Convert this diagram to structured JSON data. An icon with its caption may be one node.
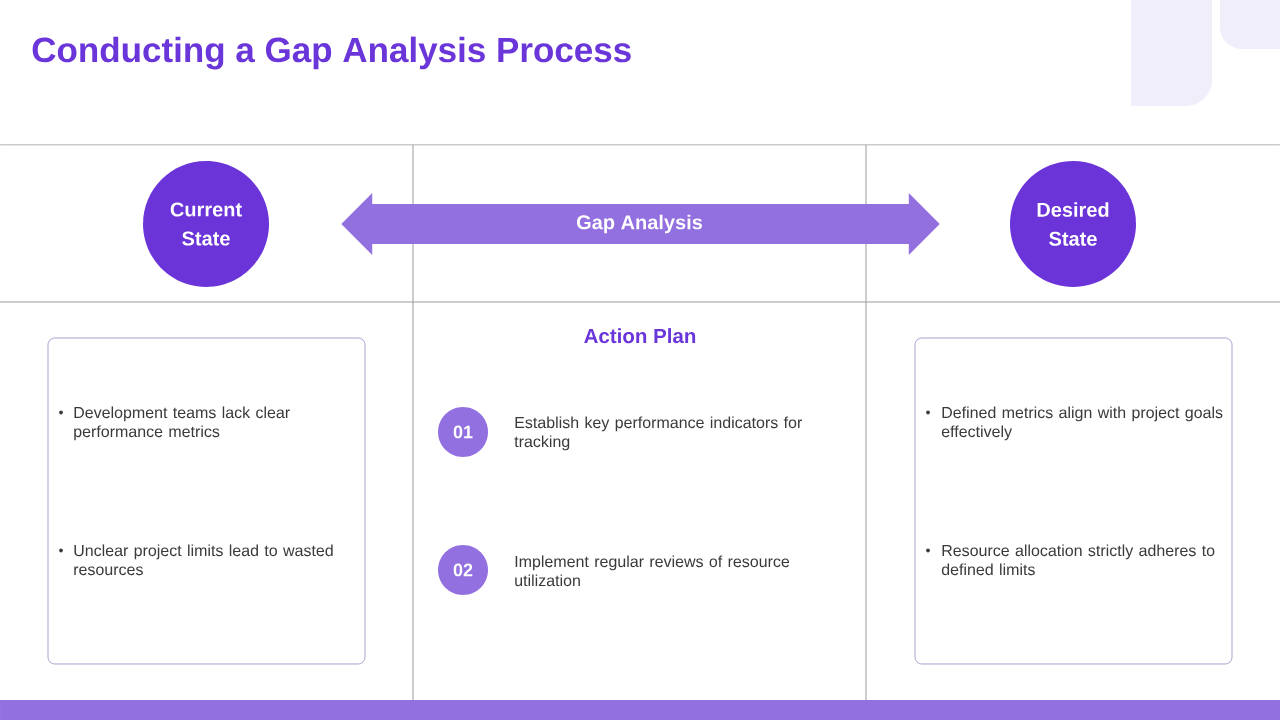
{
  "diagram": {
    "title": "Conducting a Gap Analysis Process",
    "nodes": [
      {
        "text": [
          "Current State"
        ]
      },
      {
        "text": [
          "Desired State"
        ]
      },
      {
        "text": [
          "Development teams lack clear performance metrics",
          "Unclear project limits lead to wasted resources"
        ]
      },
      {
        "text": [
          "01"
        ],
        "beside": [
          "Establish key performance indicators for tracking"
        ]
      },
      {
        "text": [
          "02"
        ],
        "beside": [
          "Implement regular reviews of resource utilization"
        ]
      },
      {
        "text": [
          "Defined metrics align with project goals effectively",
          "Resource allocation strictly adheres to defined limits"
        ]
      }
    ],
    "edges": [
      {
        "from": 0,
        "to": 1,
        "arrow": "both",
        "label": "Gap Analysis"
      }
    ],
    "labels": [
      "Action Plan"
    ]
  }
}
